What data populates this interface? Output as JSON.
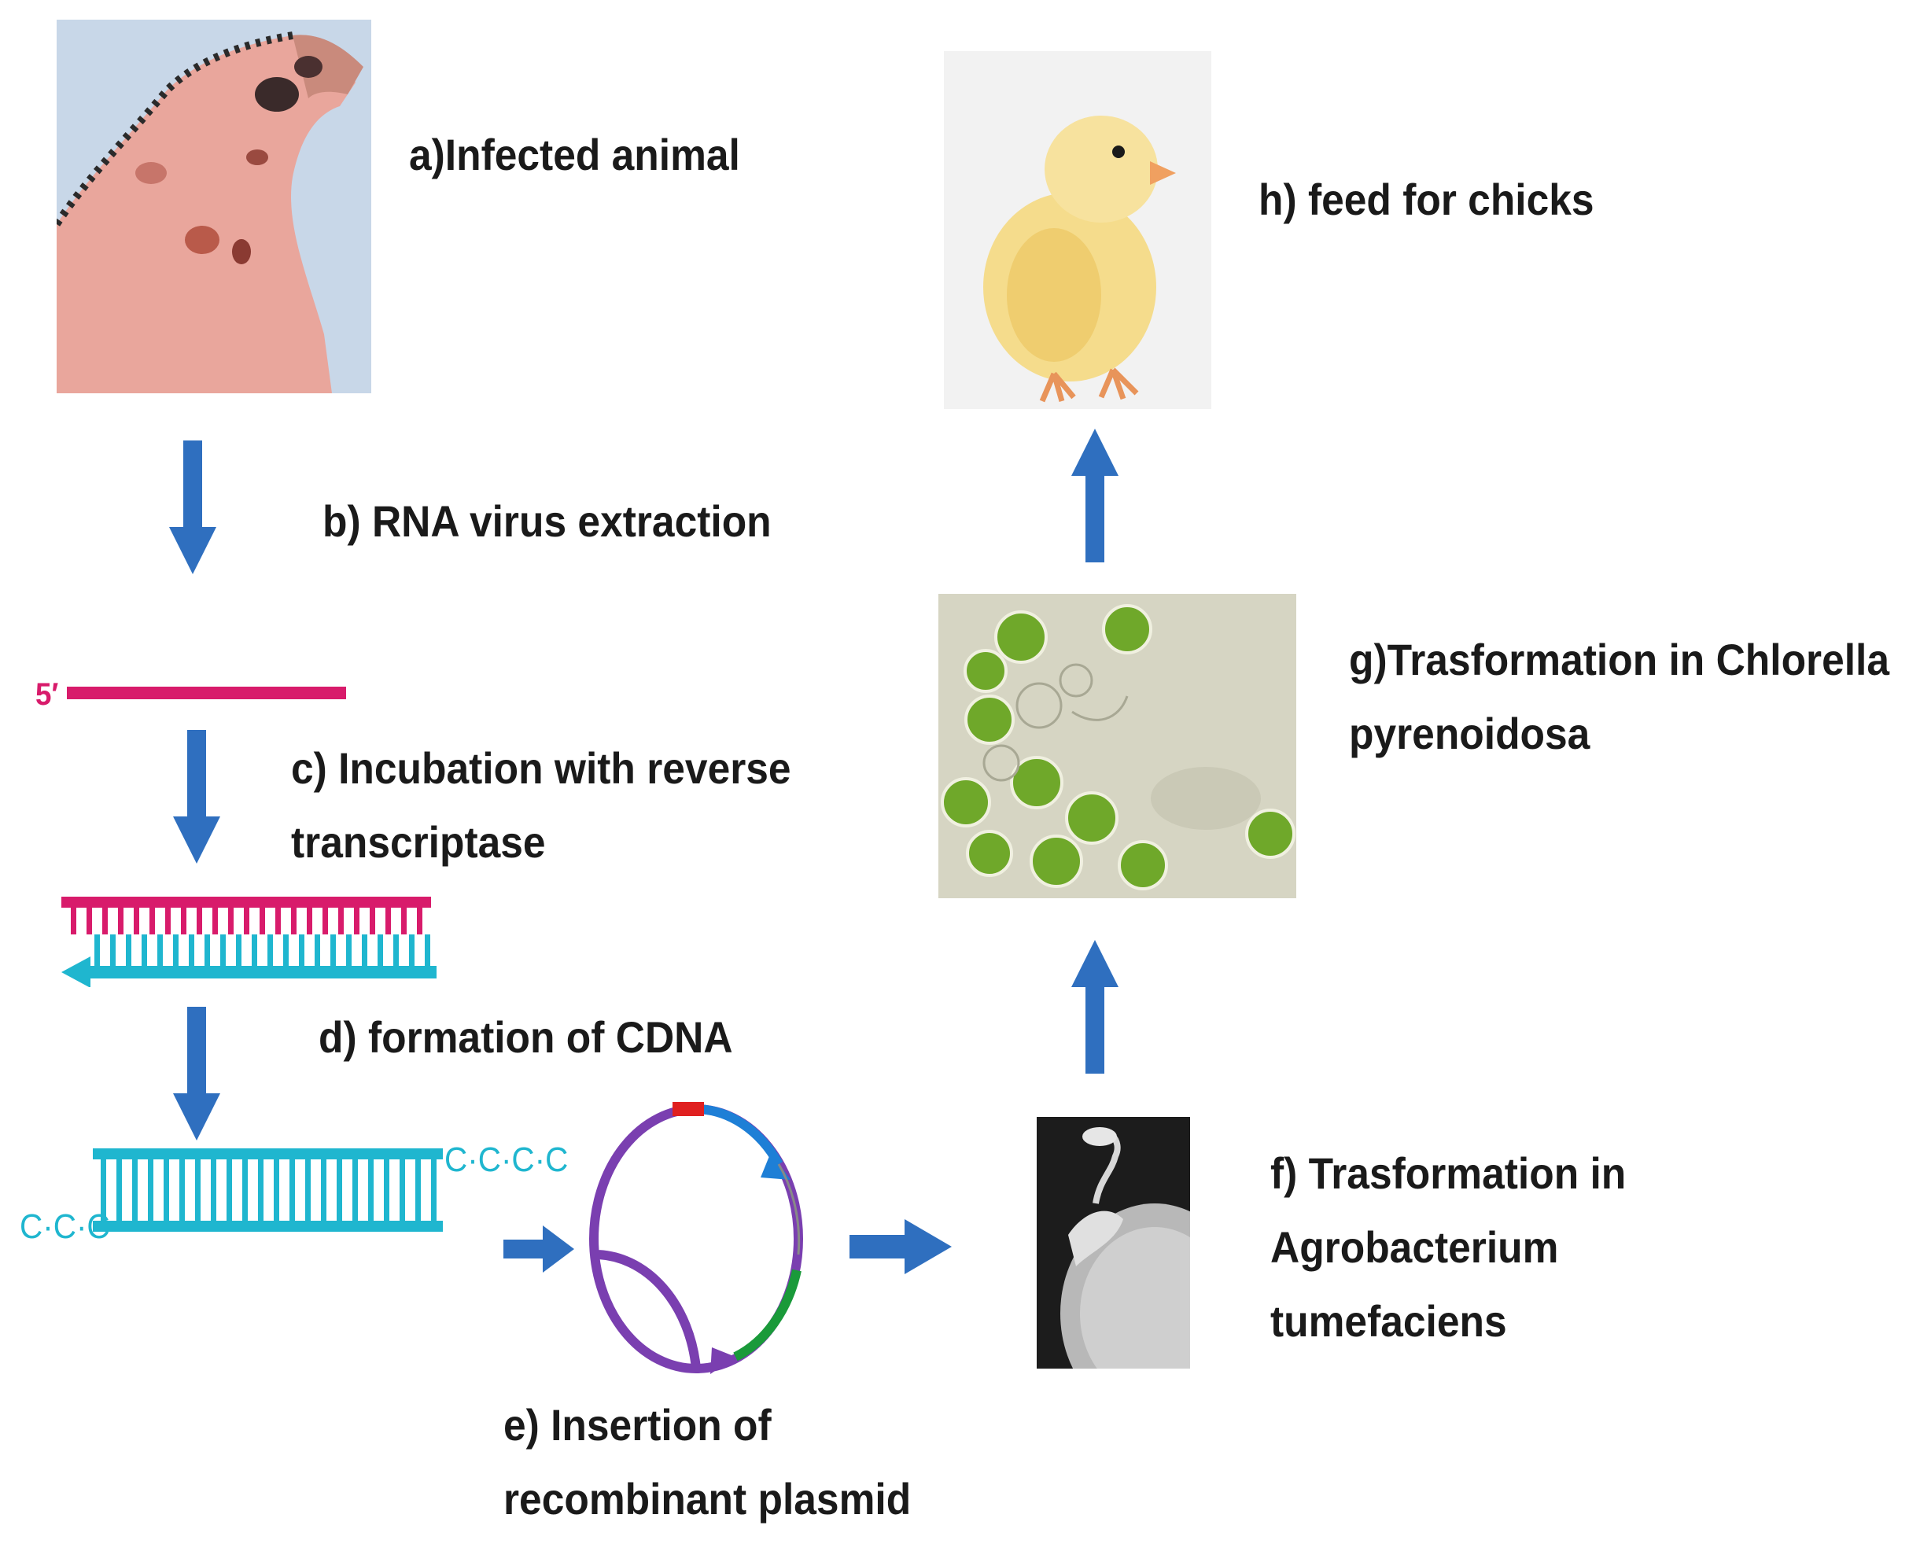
{
  "steps": {
    "a": {
      "text": "a)Infected animal"
    },
    "b": {
      "text": "b) RNA virus extraction"
    },
    "c": {
      "line1": "c) Incubation with reverse",
      "line2": "transcriptase"
    },
    "d": {
      "text": "d) formation of CDNA"
    },
    "e": {
      "line1": "e) Insertion of",
      "line2": "recombinant plasmid"
    },
    "f": {
      "line1": "f) Trasformation in",
      "line2": "Agrobacterium",
      "line3": "tumefaciens"
    },
    "g": {
      "line1": "g)Trasformation in Chlorella",
      "line2": "pyrenoidosa"
    },
    "h": {
      "text": "h) feed for chicks"
    }
  },
  "strands": {
    "rna_end": "5′",
    "cdna_left_tail": "C·C·C",
    "cdna_right_tail": "C·C·C·C"
  },
  "colors": {
    "arrow": "#2f6fbf",
    "rna": "#d81b6b",
    "dna": "#1fb6cf",
    "algae": "#6fa82a",
    "text": "#1a1a1a"
  },
  "icons": {
    "infected_animal": "infected-pig-photo",
    "chick": "chick-photo",
    "chlorella": "chlorella-micrograph",
    "agrobacterium": "agrobacterium-micrograph",
    "plasmid": "plasmid-map"
  }
}
